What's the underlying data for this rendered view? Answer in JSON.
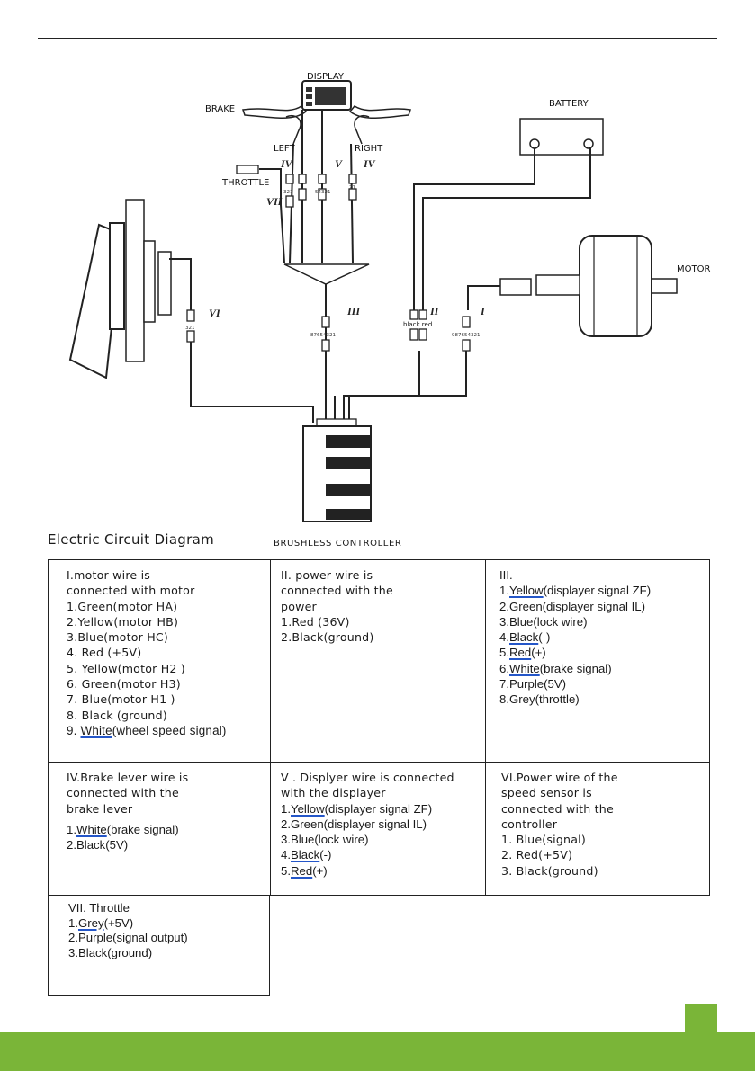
{
  "diagram": {
    "display": "DISPLAY",
    "brake": "BRAKE",
    "battery": "BATTERY",
    "left": "LEFT",
    "right": "RIGHT",
    "throttle": "THROTTLE",
    "motor": "MOTOR",
    "black_red": "black red",
    "roman": {
      "i": "I",
      "ii": "II",
      "iii": "III",
      "iv_left": "IV",
      "iv_right": "IV",
      "v": "V",
      "vi": "VI",
      "vii": "VII"
    },
    "pins": {
      "p321": "321",
      "p54321": "54321",
      "p21": "21",
      "p87654321": "87654321",
      "p987654321": "987654321",
      "p321b": "321"
    }
  },
  "title": "Electric Circuit Diagram",
  "controller_label": "BRUSHLESS CONTROLLER",
  "sections": {
    "motor": {
      "h1": "I.motor wire is",
      "h2": "connected with motor",
      "items": [
        "1.Green(motor HA)",
        "2.Yellow(motor HB)",
        "3.Blue(motor HC)",
        "4. Red (+5V)",
        "5. Yellow(motor H2 )",
        "6. Green(motor H3)",
        "7. Blue(motor H1 )",
        "8. Black (ground)"
      ],
      "item9_num": "9. ",
      "item9_u": "White",
      "item9_rest": "(wheel speed signal)"
    },
    "power": {
      "h1": "II. power wire is",
      "h2": "connected with the",
      "h3": "power",
      "items": [
        "1.Red (36V)",
        "2.Black(ground)"
      ]
    },
    "iii": {
      "h": "III.",
      "i1n": "1.",
      "i1u": "Yellow",
      "i1r": "(displayer signal ZF)",
      "i2": "2.Green(displayer signal IL)",
      "i3": "3.Blue(lock wire)",
      "i4n": "4.",
      "i4u": "Black",
      "i4r": "(-)",
      "i5n": "5.",
      "i5u": "Red",
      "i5r": "(+)",
      "i6n": "6.",
      "i6u": "White",
      "i6r": "(brake signal)",
      "i7": "7.Purple(5V)",
      "i8": "8.Grey(throttle)"
    },
    "brake": {
      "h1": "IV.Brake lever wire is",
      "h2": "connected with the",
      "h3": "brake lever",
      "i1n": "1.",
      "i1u": "White",
      "i1r": "(brake signal)",
      "i2": "2.Black(5V)"
    },
    "displayer": {
      "h1": "V . Displyer wire is connected",
      "h2": "with the displayer",
      "i1n": "1.",
      "i1u": "Yellow",
      "i1r": "(displayer signal ZF)",
      "i2": "2.Green(displayer signal IL)",
      "i3": "3.Blue(lock wire)",
      "i4n": "4.",
      "i4u": "Black",
      "i4r": "(-)",
      "i5n": "5.",
      "i5u": "Red",
      "i5r": "(+)"
    },
    "speed": {
      "h1": "VI.Power wire of the",
      "h2": "speed sensor is",
      "h3": "connected with the",
      "h4": "controller",
      "items": [
        "1. Blue(signal)",
        "2. Red(+5V)",
        "3. Black(ground)"
      ]
    },
    "throttle": {
      "h": "VII. Throttle",
      "i1n": "1.",
      "i1u": "Grey",
      "i1r": "(+5V)",
      "i2": "2.Purple(signal output)",
      "i3": "3.Black(ground)"
    }
  },
  "colors": {
    "footer_green": "#7ab538",
    "underline_blue": "#2456c8"
  }
}
